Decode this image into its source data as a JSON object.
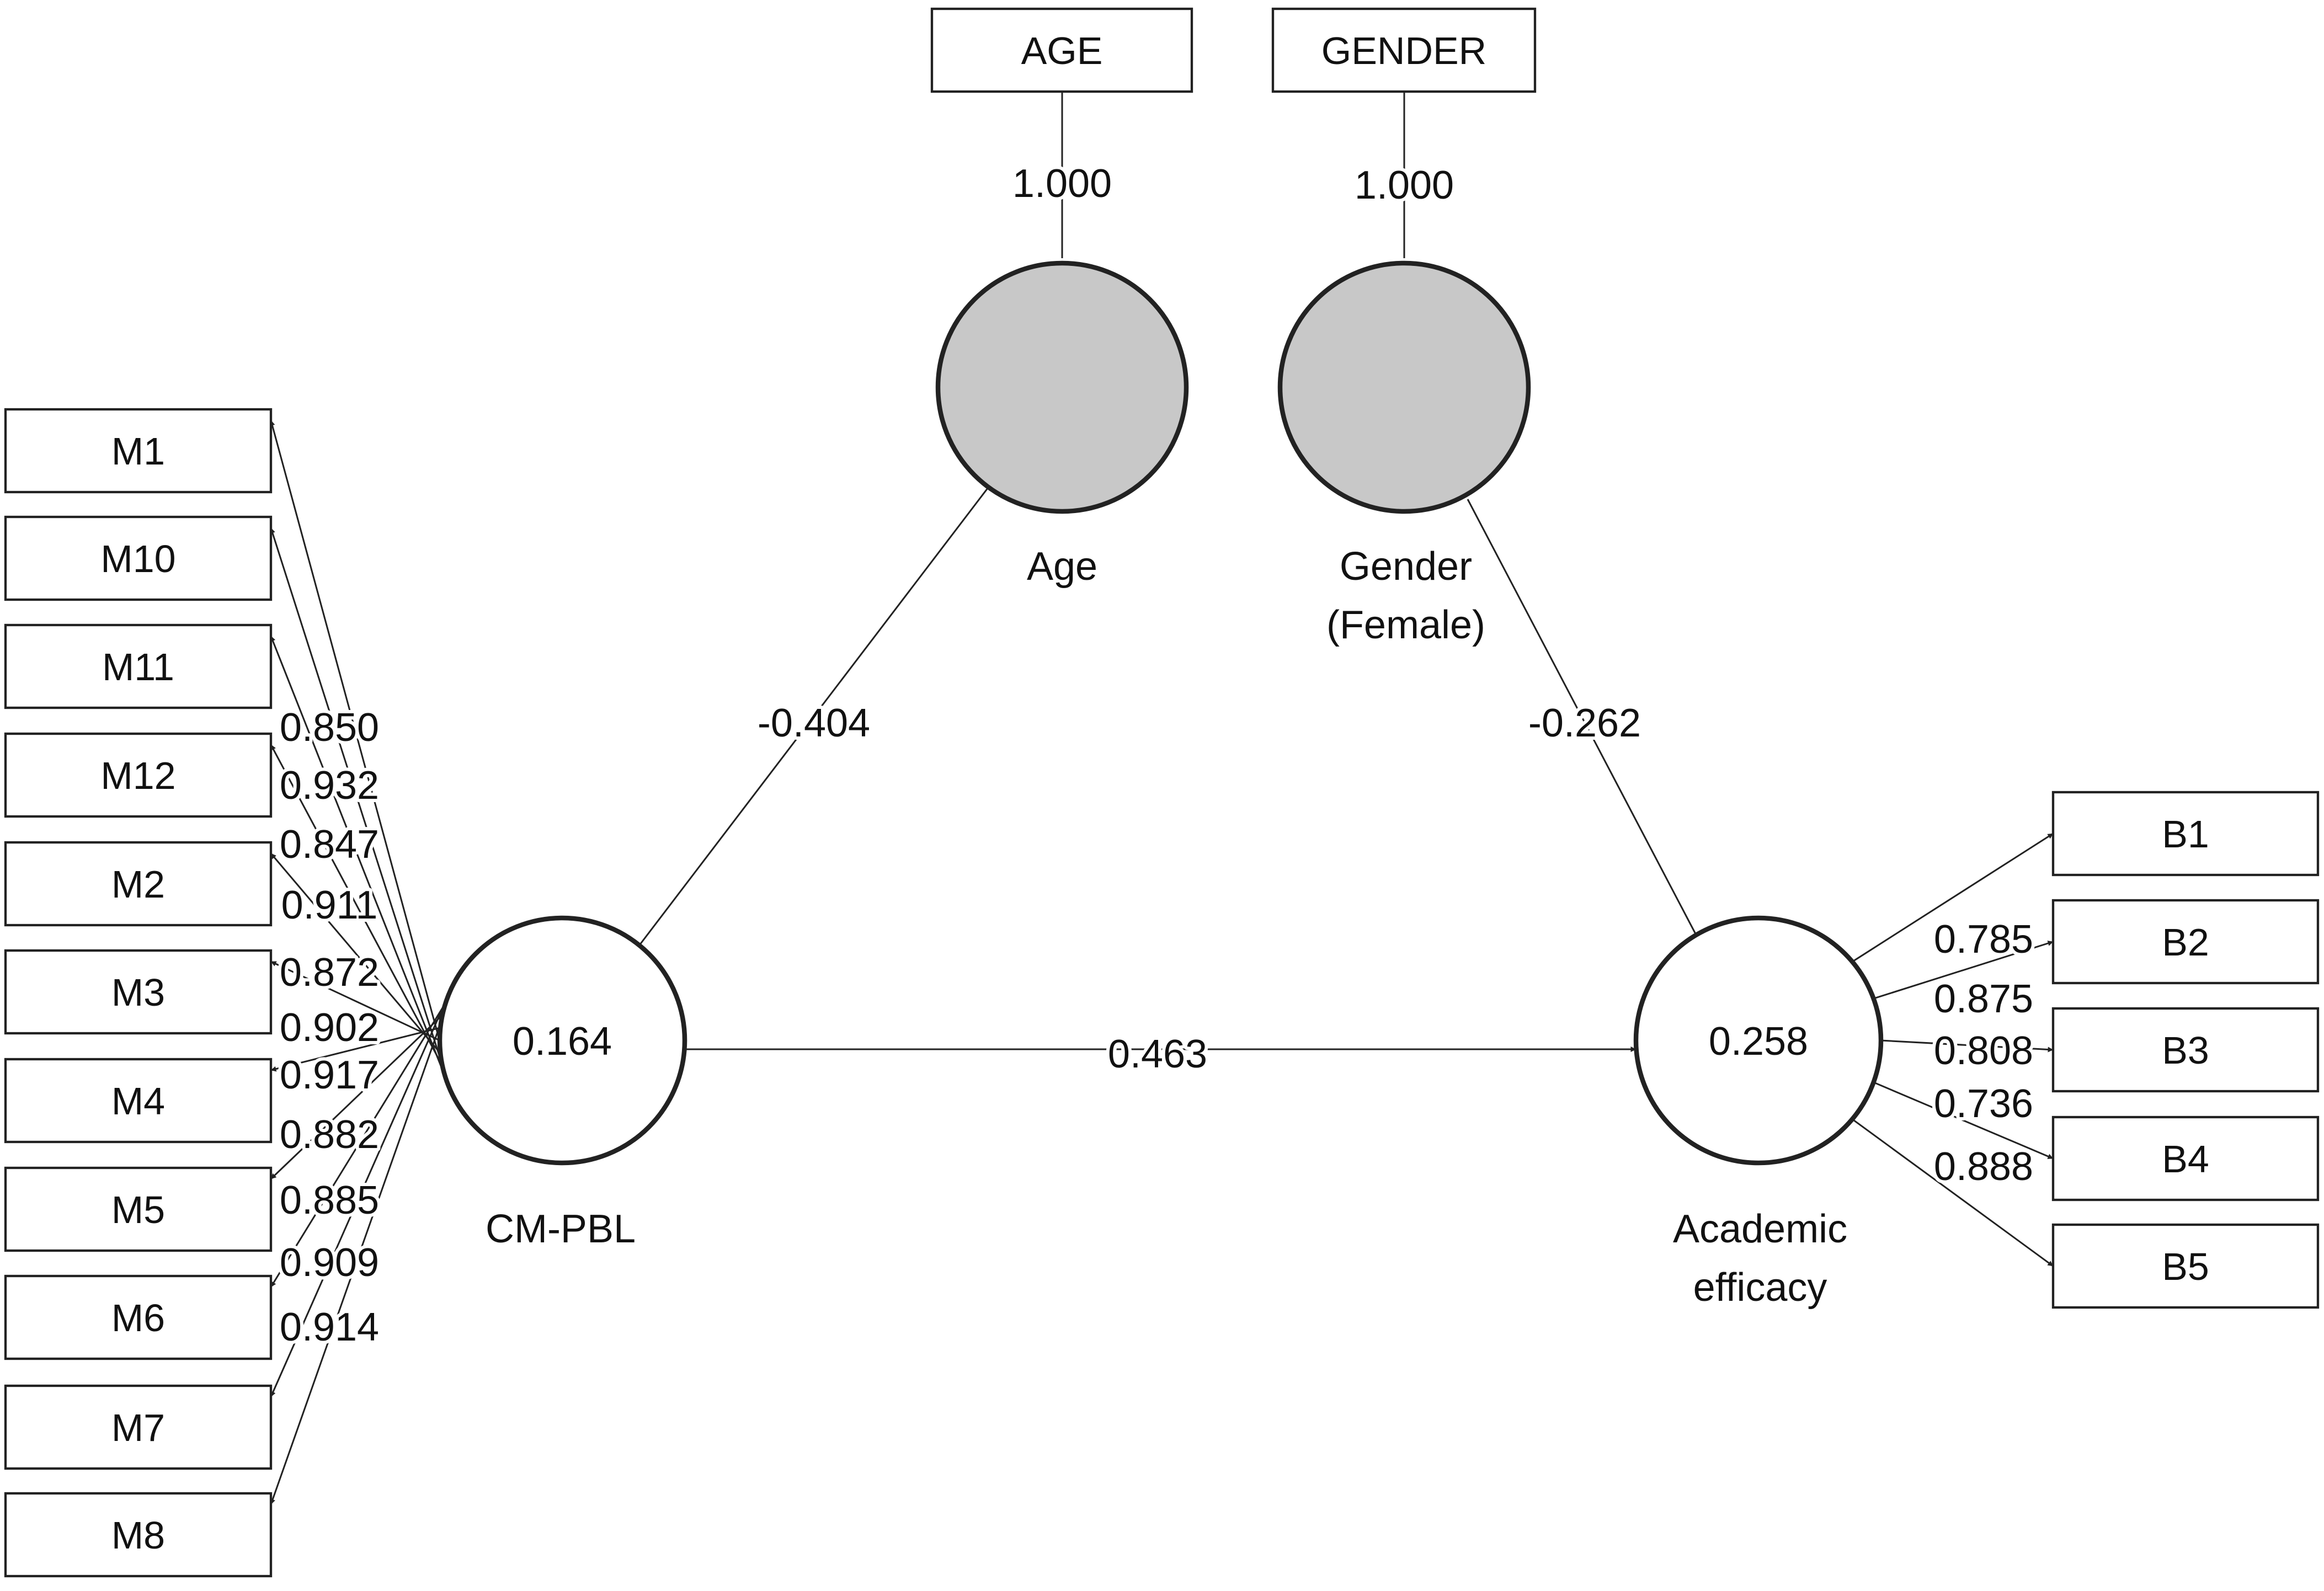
{
  "indicators": {
    "age": "AGE",
    "gender": "GENDER",
    "m": [
      "M1",
      "M10",
      "M11",
      "M12",
      "M2",
      "M3",
      "M4",
      "M5",
      "M6",
      "M7",
      "M8"
    ],
    "b": [
      "B1",
      "B2",
      "B3",
      "B4",
      "B5"
    ]
  },
  "constructs": {
    "age": {
      "label": "Age"
    },
    "gender": {
      "label_line1": "Gender",
      "label_line2": "(Female)"
    },
    "cmpbl": {
      "label": "CM-PBL",
      "value": "0.164"
    },
    "efficacy": {
      "label_line1": "Academic",
      "label_line2": "efficacy",
      "value": "0.258"
    }
  },
  "coefficients": {
    "age_to_AGE": "1.000",
    "gender_to_GENDER": "1.000",
    "age_to_cmpbl": "-0.404",
    "gender_to_efficacy": "-0.262",
    "cmpbl_to_efficacy": "0.463"
  },
  "loadings": {
    "m": [
      "0.850",
      "0.932",
      "0.847",
      "0.911",
      "0.872",
      "0.902",
      "0.917",
      "0.882",
      "0.885",
      "0.909",
      "0.914"
    ],
    "b": [
      "0.785",
      "0.875",
      "0.808",
      "0.736",
      "0.888"
    ]
  },
  "colors": {
    "control_fill": "#c8c8c8",
    "line": "#222222"
  }
}
